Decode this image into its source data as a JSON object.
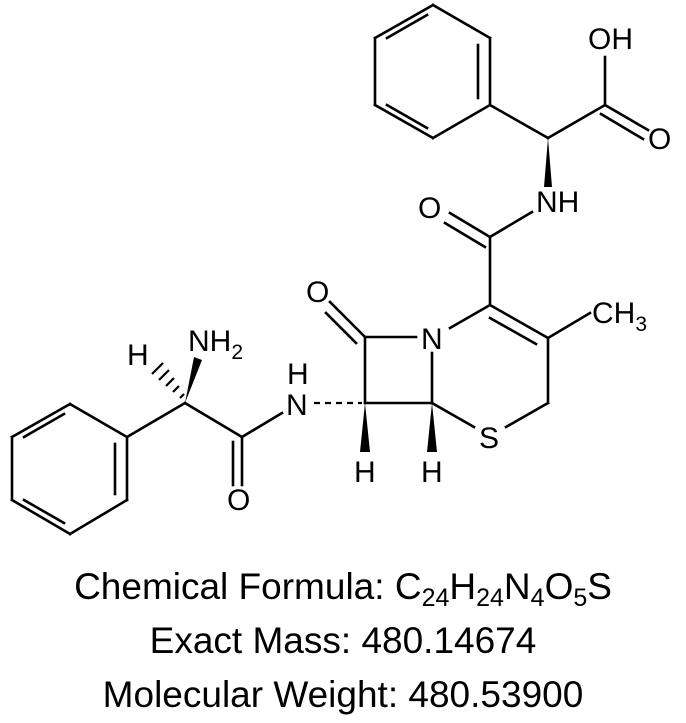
{
  "molecule": {
    "atom_labels": {
      "oh": "OH",
      "acid_o": "O",
      "nh_top": "NH",
      "amide_o_top": "O",
      "ch3_c": "CH",
      "ch3_sub": "3",
      "beta_lactam_o": "O",
      "ring_n": "N",
      "ring_s": "S",
      "h_c7": "H",
      "h_c6": "H",
      "nh_left_n": "N",
      "nh_left_h": "H",
      "amide_o_bottom": "O",
      "nh2_n": "NH",
      "nh2_sub": "2",
      "alpha_h": "H"
    }
  },
  "info": {
    "formula_label": "Chemical Formula: ",
    "formula_parts": [
      {
        "el": "C",
        "n": "24"
      },
      {
        "el": "H",
        "n": "24"
      },
      {
        "el": "N",
        "n": "4"
      },
      {
        "el": "O",
        "n": "5"
      },
      {
        "el": "S",
        "n": ""
      }
    ],
    "exact_mass_label": "Exact Mass: ",
    "exact_mass": "480.14674",
    "mw_label": "Molecular Weight: ",
    "mw": "480.53900"
  }
}
